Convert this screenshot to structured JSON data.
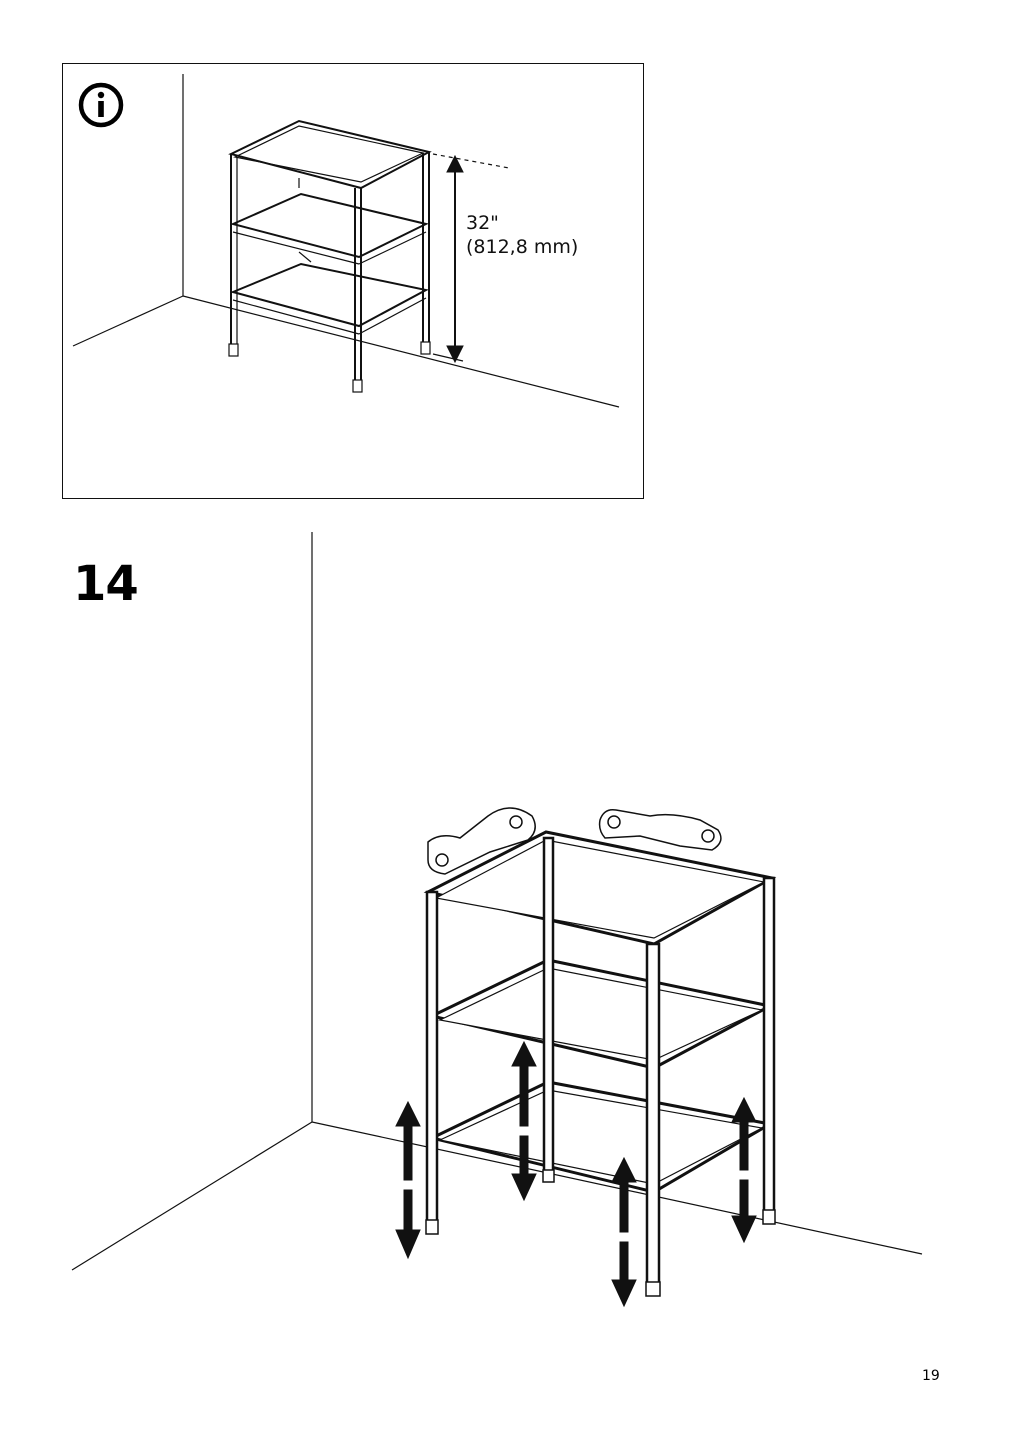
{
  "info_box": {
    "icon": "info-circle-icon",
    "measurement_imperial": "32\"",
    "measurement_metric": "(812,8 mm)"
  },
  "step": {
    "number": "14",
    "illustration": "shelf-legs-adjust-illustration"
  },
  "page": {
    "number": "19"
  }
}
